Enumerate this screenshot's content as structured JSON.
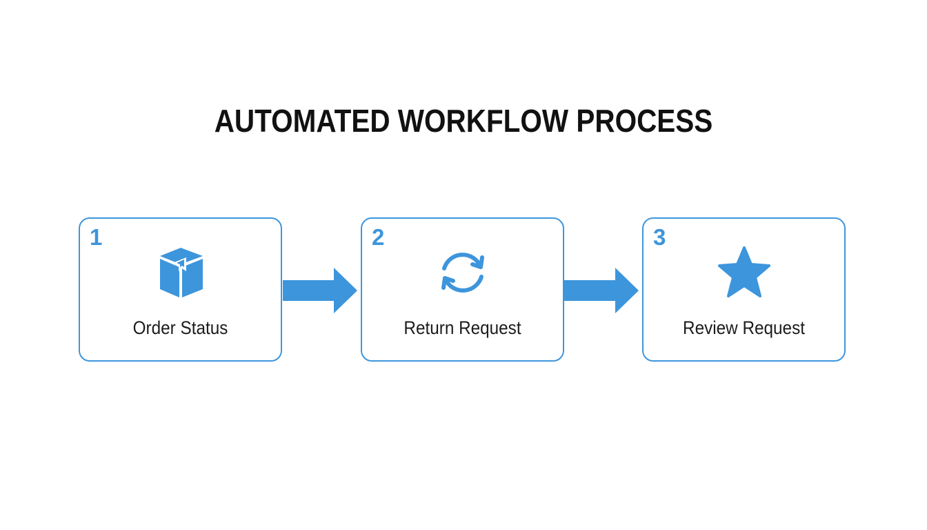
{
  "title": "AUTOMATED WORKFLOW PROCESS",
  "accent_color": "#3d95dc",
  "steps": [
    {
      "number": "1",
      "label": "Order Status",
      "icon": "box-icon"
    },
    {
      "number": "2",
      "label": "Return Request",
      "icon": "refresh-icon"
    },
    {
      "number": "3",
      "label": "Review Request",
      "icon": "star-icon"
    }
  ]
}
